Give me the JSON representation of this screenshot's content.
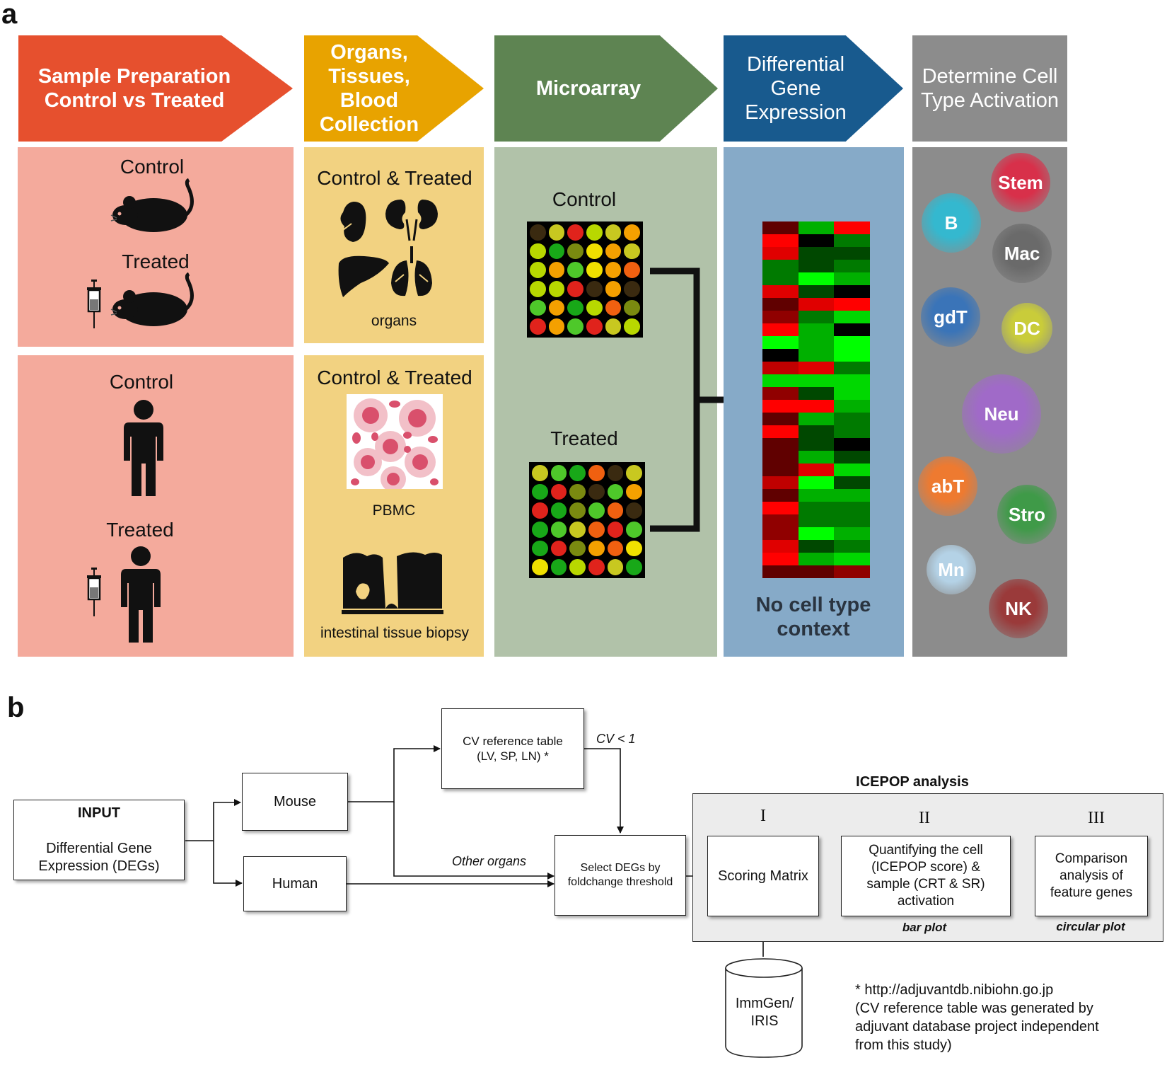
{
  "panel_a": {
    "label": "a",
    "stages": [
      {
        "title": "Sample Preparation\nControl vs Treated",
        "color": "#e6502e"
      },
      {
        "title": "Organs,\nTissues,\nBlood\nCollection",
        "color": "#e8a300"
      },
      {
        "title": "Microarray",
        "color": "#5e8452"
      },
      {
        "title": "Differential\nGene\nExpression",
        "color": "#185a8e"
      },
      {
        "title": "Determine Cell\nType Activation",
        "color": "#8c8c8c"
      }
    ],
    "sample": {
      "mouse_control": "Control",
      "mouse_treated": "Treated",
      "human_control": "Control",
      "human_treated": "Treated"
    },
    "collection": {
      "organs_header": "Control & Treated",
      "organs_caption": "organs",
      "blood_header": "Control & Treated",
      "pbmc_caption": "PBMC",
      "biopsy_caption": "intestinal tissue biopsy"
    },
    "microarray": {
      "control_label": "Control",
      "treated_label": "Treated"
    },
    "deg": {
      "caption": "No cell type\ncontext"
    },
    "cell_types": [
      {
        "name": "Stem",
        "color": "#d8304a"
      },
      {
        "name": "B",
        "color": "#34b8cf"
      },
      {
        "name": "Mac",
        "color": "#6a6a6a"
      },
      {
        "name": "gdT",
        "color": "#3a74b8"
      },
      {
        "name": "DC",
        "color": "#c9cc3a"
      },
      {
        "name": "Neu",
        "color": "#a06ac8"
      },
      {
        "name": "abT",
        "color": "#ee7a30"
      },
      {
        "name": "Stro",
        "color": "#3f9a48"
      },
      {
        "name": "Mn",
        "color": "#b4d2e6"
      },
      {
        "name": "NK",
        "color": "#9a3a3a"
      }
    ]
  },
  "panel_b": {
    "label": "b",
    "input": {
      "title": "INPUT",
      "body": "Differential Gene\nExpression (DEGs)"
    },
    "mouse": "Mouse",
    "human": "Human",
    "cv_table": "CV reference table\n(LV, SP, LN)",
    "cv_asterisk": "*",
    "cv_condition": "CV < 1",
    "other_organs": "Other organs",
    "select_degs": "Select DEGs by\nfoldchange threshold",
    "icepop_title": "ICEPOP analysis",
    "steps": [
      {
        "numeral": "I",
        "text": "Scoring Matrix",
        "caption": ""
      },
      {
        "numeral": "II",
        "text": "Quantifying the cell\n(ICEPOP score) &\nsample (CRT & SR)\nactivation",
        "caption": "bar plot"
      },
      {
        "numeral": "III",
        "text": "Comparison\nanalysis of\nfeature genes",
        "caption": "circular plot"
      }
    ],
    "database": "ImmGen/\nIRIS",
    "footnote": "* http://adjuvantdb.nibiohn.go.jp\n(CV reference table was generated by\nadjuvant database project independent\nfrom this study)"
  }
}
